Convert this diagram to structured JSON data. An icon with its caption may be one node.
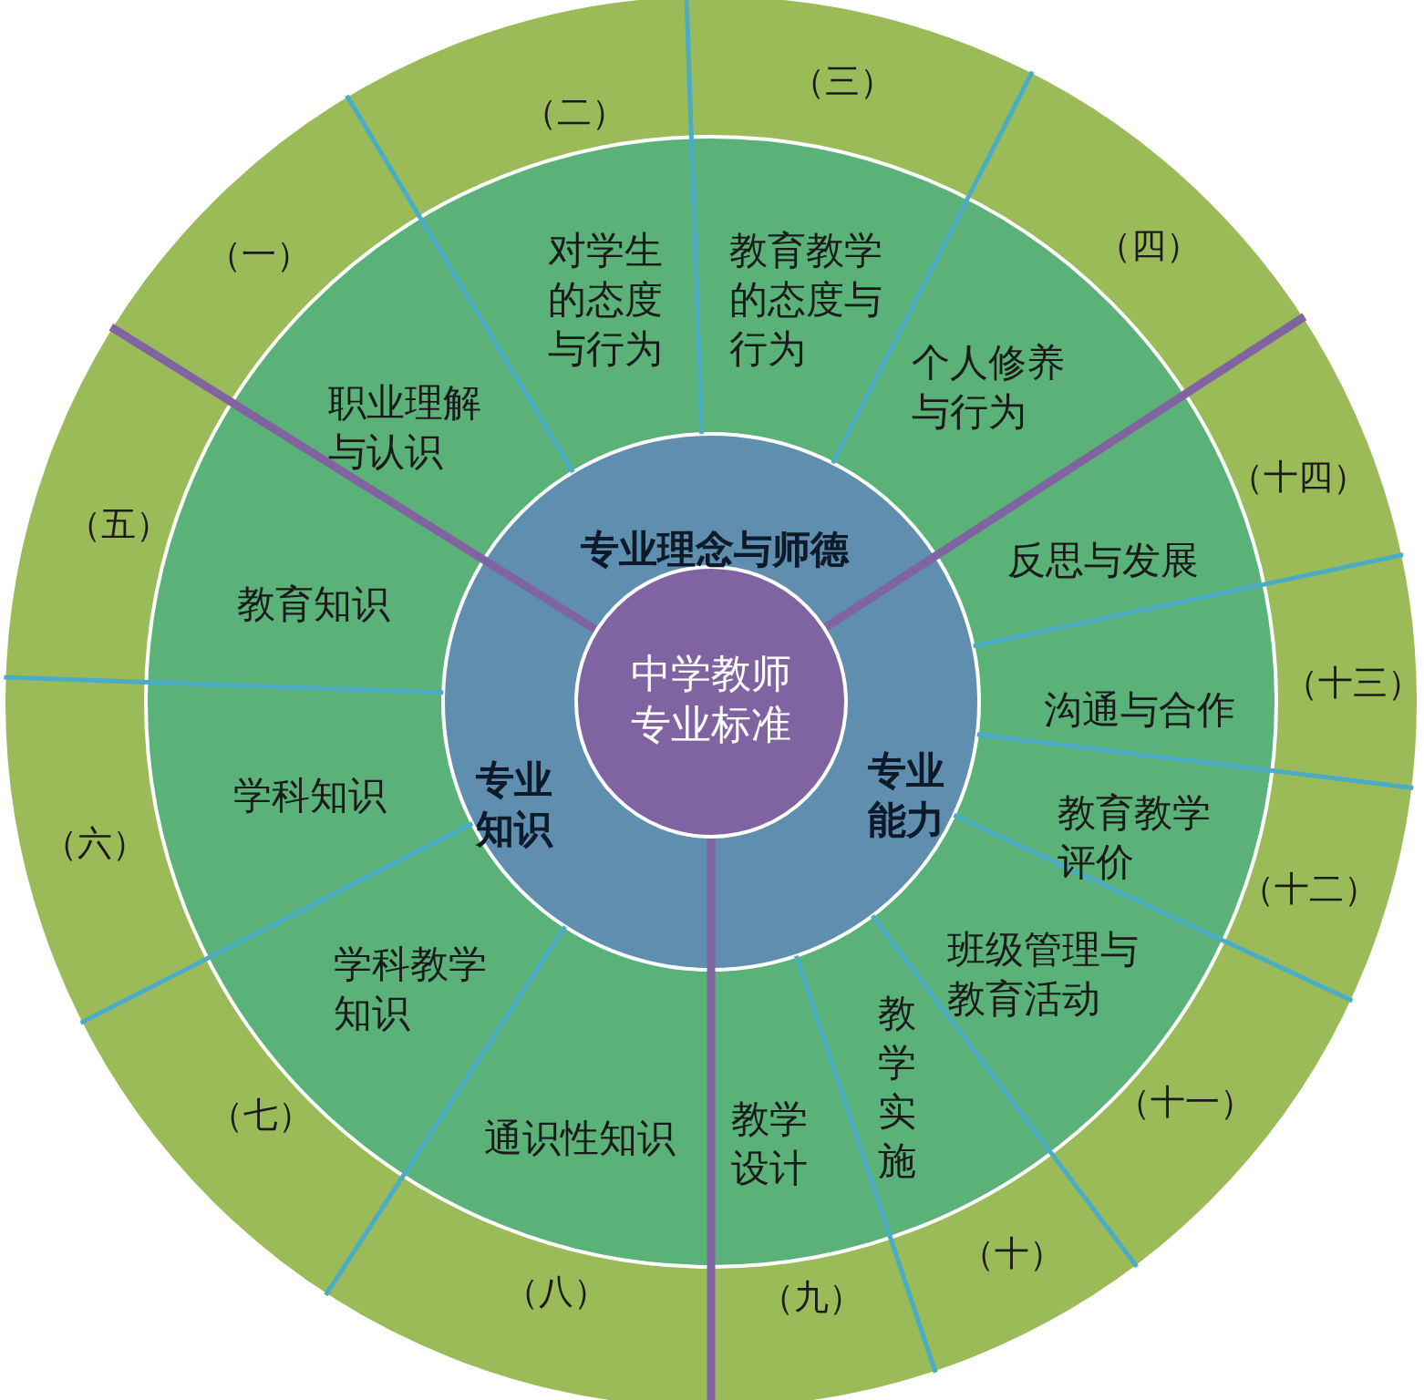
{
  "diagram": {
    "nodes": [
      {
        "text": [
          "中学教师专业标准"
        ]
      },
      {
        "text": [
          "专业理念与师德"
        ]
      },
      {
        "text": [
          "专业知识"
        ]
      },
      {
        "text": [
          "专业能力"
        ]
      },
      {
        "text": [
          "职业理解与认识"
        ],
        "beside": [
          "（一）"
        ]
      },
      {
        "text": [
          "对学生的态度与行为"
        ],
        "beside": [
          "（二）"
        ]
      },
      {
        "text": [
          "教育教学的态度与行为"
        ],
        "beside": [
          "（三）"
        ]
      },
      {
        "text": [
          "个人修养与行为"
        ],
        "beside": [
          "（四）"
        ]
      },
      {
        "text": [
          "教育知识"
        ],
        "beside": [
          "（五）"
        ]
      },
      {
        "text": [
          "学科知识"
        ],
        "beside": [
          "（六）"
        ]
      },
      {
        "text": [
          "学科教学知识"
        ],
        "beside": [
          "（七）"
        ]
      },
      {
        "text": [
          "通识性知识"
        ],
        "beside": [
          "（八）"
        ]
      },
      {
        "text": [
          "教学设计"
        ],
        "beside": [
          "（九）"
        ]
      },
      {
        "text": [
          "教学实施"
        ],
        "beside": [
          "（十）"
        ]
      },
      {
        "text": [
          "班级管理与教育活动"
        ],
        "beside": [
          "（十一）"
        ]
      },
      {
        "text": [
          "教育教学评价"
        ],
        "beside": [
          "（十二）"
        ]
      },
      {
        "text": [
          "沟通与合作"
        ],
        "beside": [
          "（十三）"
        ]
      },
      {
        "text": [
          "反思与发展"
        ],
        "beside": [
          "（十四）"
        ]
      }
    ]
  }
}
